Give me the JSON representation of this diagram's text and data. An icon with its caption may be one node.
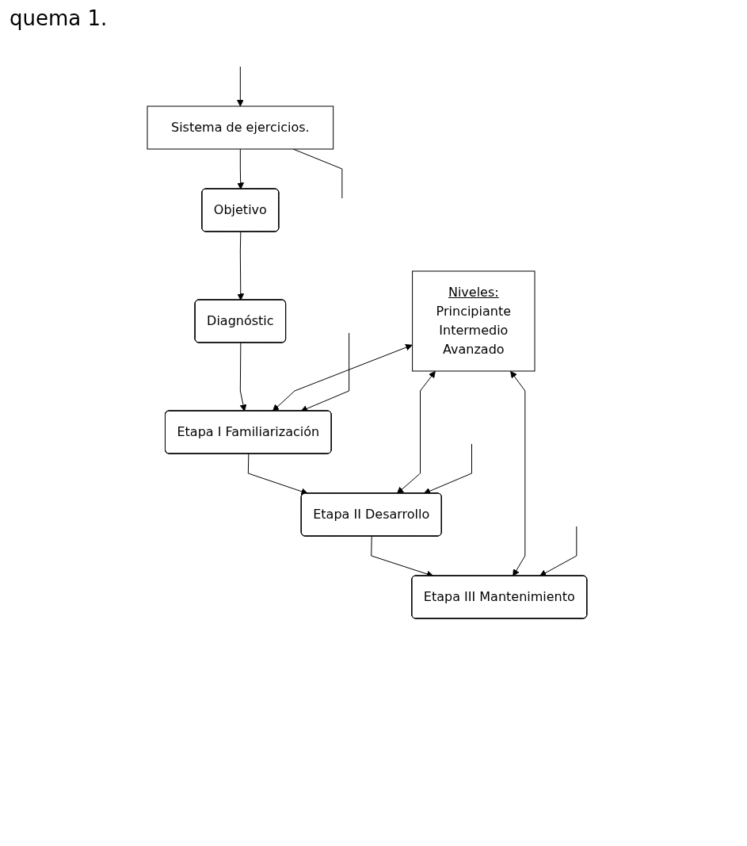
{
  "diagram": {
    "title": "quema 1.",
    "nodes": [
      {
        "text": [
          "Sistema de ejercicios."
        ]
      },
      {
        "text": [
          "Objetivo"
        ]
      },
      {
        "text": [
          "Diagnóstic"
        ]
      },
      {
        "text": [
          "Etapa I Familiarización"
        ]
      },
      {
        "text": [
          "Etapa II Desarrollo"
        ]
      },
      {
        "text": [
          "Etapa III Mantenimiento"
        ]
      },
      {
        "text": [
          "Niveles:",
          "Principiante",
          "Intermedio",
          "Avanzado"
        ]
      }
    ],
    "edges": [
      {
        "from": null,
        "to": 0,
        "arrow": "to"
      },
      {
        "from": 0,
        "to": null,
        "arrow": "none"
      },
      {
        "from": 0,
        "to": 1,
        "arrow": "to"
      },
      {
        "from": 1,
        "to": 2,
        "arrow": "to"
      },
      {
        "from": 2,
        "to": 3,
        "arrow": "to"
      },
      {
        "from": 3,
        "to": 4,
        "arrow": "to"
      },
      {
        "from": 4,
        "to": 5,
        "arrow": "to"
      },
      {
        "from": 6,
        "to": 3,
        "arrow": "both"
      },
      {
        "from": 6,
        "to": 4,
        "arrow": "both"
      },
      {
        "from": 6,
        "to": 5,
        "arrow": "both"
      },
      {
        "from": null,
        "to": 5,
        "arrow": "to"
      },
      {
        "from": null,
        "to": 4,
        "arrow": "to"
      },
      {
        "from": null,
        "to": 3,
        "arrow": "to"
      }
    ]
  }
}
